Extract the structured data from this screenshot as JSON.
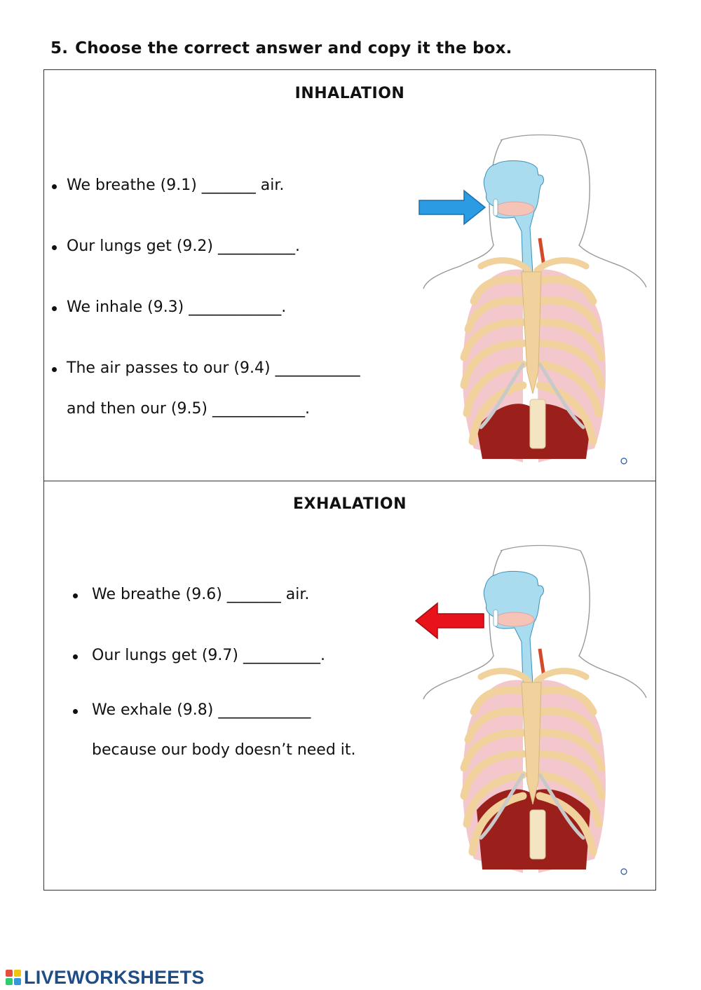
{
  "heading": {
    "number": "5.",
    "text": "Choose the correct answer and copy it the box."
  },
  "inhalation": {
    "title": "INHALATION",
    "lines": [
      "We breathe (9.1) _______ air.",
      "Our lungs get (9.2) __________.",
      "We inhale (9.3) ____________.",
      "The air passes to our (9.4) ___________",
      "and then our (9.5) ____________."
    ],
    "arrow_color": "#2b9be4"
  },
  "exhalation": {
    "title": "EXHALATION",
    "lines": [
      "We breathe (9.6) _______ air.",
      "Our lungs get (9.7) __________.",
      "We exhale (9.8) ____________",
      "because our body doesn’t need it."
    ],
    "arrow_color": "#e8121b"
  },
  "footer": {
    "brand": "LIVEWORKSHEETS",
    "logo_icon": "liveworksheets-logo-icon"
  }
}
